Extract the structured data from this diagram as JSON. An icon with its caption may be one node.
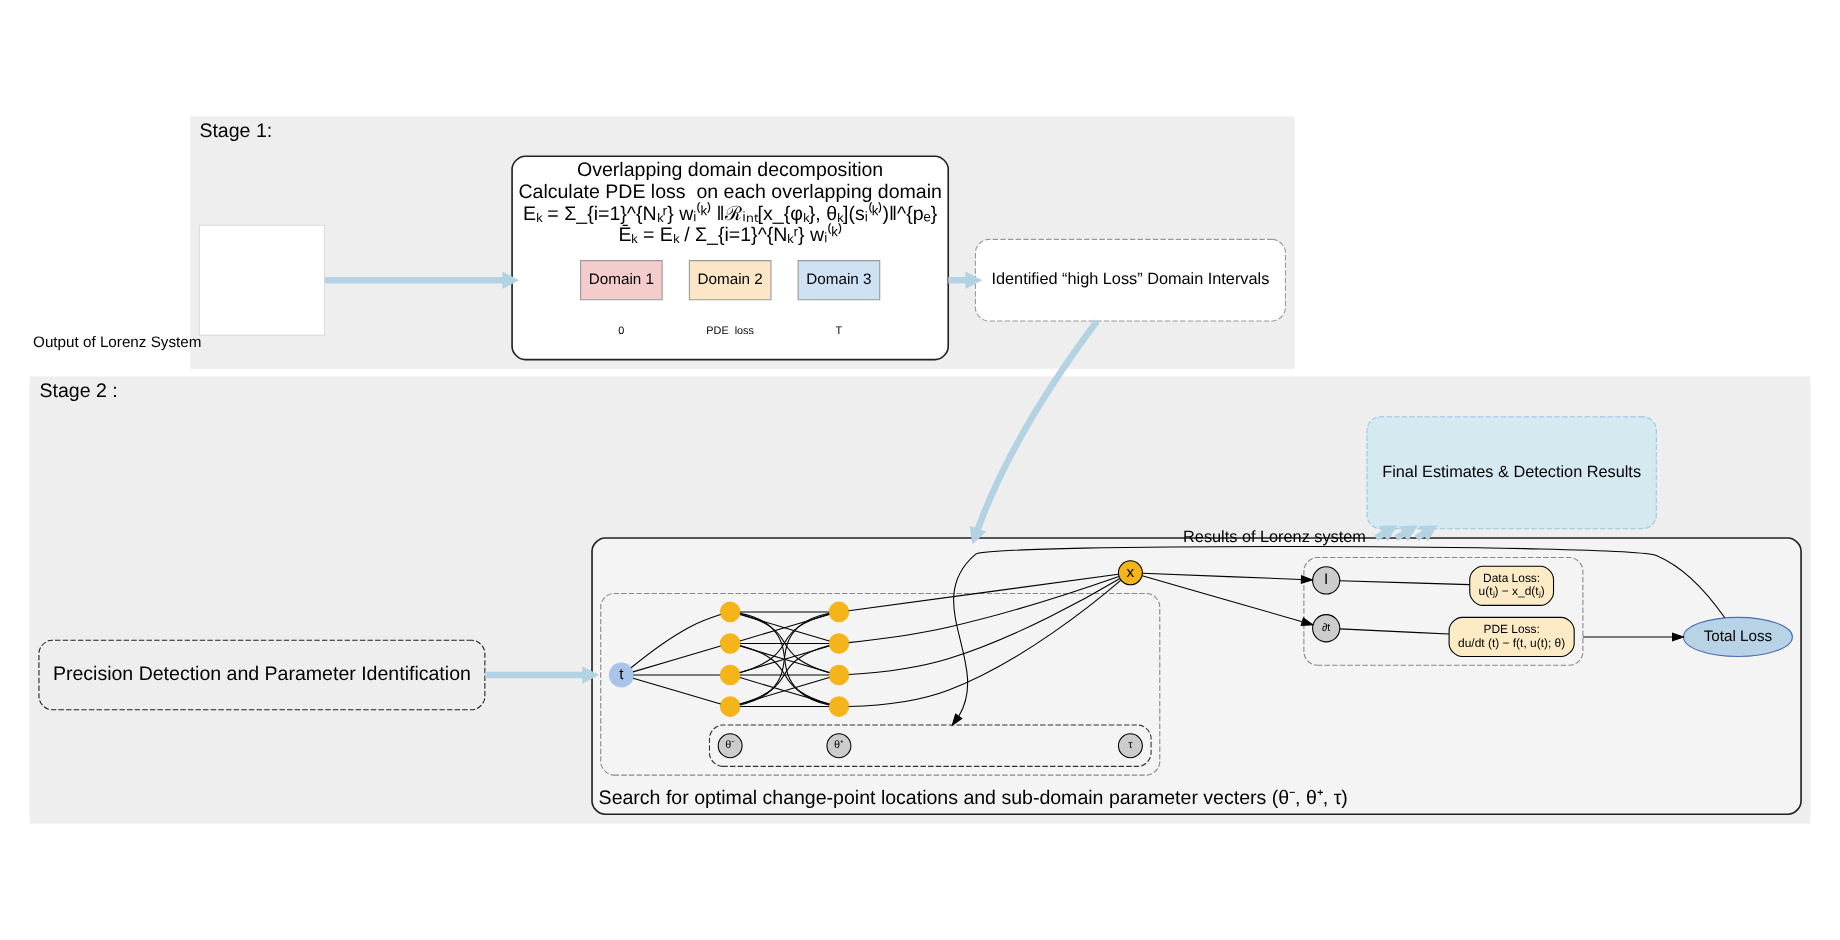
{
  "diagram": {
    "nodes": [
      {
        "text": [
          "Stage 1:"
        ]
      },
      {
        "text": [],
        "shape": "box",
        "in": 0,
        "beside": [
          "Output of Lorenz System"
        ]
      },
      {
        "text": [
          "Overlapping domain decomposition",
          "Calculate PDE loss  on each overlapping domain",
          "Eₖ = Σ_{i=1}^{Nₖʳ} wᵢ⁽ᵏ⁾ ‖ℛᵢₙₜ[x_{φₖ}, θₖ](sᵢ⁽ᵏ⁾)‖^{pₑ}",
          "Ēₖ = Eₖ / Σ_{i=1}^{Nₖʳ} wᵢ⁽ᵏ⁾"
        ],
        "in": 0
      },
      {
        "text": [
          "Domain 1"
        ],
        "in": 2
      },
      {
        "text": [
          "Domain 2"
        ],
        "in": 2
      },
      {
        "text": [
          "Domain 3"
        ],
        "in": 2
      },
      {
        "text": [
          "Identified “high Loss” Domain Intervals"
        ],
        "in": 0
      },
      {
        "text": [
          "Stage 2 :"
        ]
      },
      {
        "text": [
          "Precision Detection and Parameter Identification"
        ],
        "in": 7
      },
      {
        "text": [
          "Search for optimal change-point locations and sub-domain parameter vecters (θ⁻, θ⁺, τ)"
        ],
        "in": 7
      },
      {
        "text": [],
        "shape": "box",
        "in": 9
      },
      {
        "text": [
          "t"
        ],
        "in": 10
      },
      {
        "text": [],
        "shape": "circle",
        "in": 10
      },
      {
        "text": [],
        "shape": "circle",
        "in": 10
      },
      {
        "text": [],
        "shape": "circle",
        "in": 10
      },
      {
        "text": [],
        "shape": "circle",
        "in": 10
      },
      {
        "text": [],
        "shape": "circle",
        "in": 10
      },
      {
        "text": [],
        "shape": "circle",
        "in": 10
      },
      {
        "text": [],
        "shape": "circle",
        "in": 10
      },
      {
        "text": [],
        "shape": "circle",
        "in": 10
      },
      {
        "text": [],
        "shape": "ellipse",
        "in": 10
      },
      {
        "text": [
          "θ⁻"
        ],
        "in": 20
      },
      {
        "text": [
          "θ⁺"
        ],
        "in": 20
      },
      {
        "text": [
          "τ"
        ],
        "in": 20
      },
      {
        "text": [
          "x"
        ],
        "in": 9
      },
      {
        "text": [],
        "shape": "box",
        "in": 9
      },
      {
        "text": [
          "∂t"
        ],
        "in": 25
      },
      {
        "text": [
          "I"
        ],
        "in": 25
      },
      {
        "text": [
          "PDE Loss:",
          "du/dt (t) − f(t, u(t); θ)"
        ],
        "in": 25
      },
      {
        "text": [
          "Data Loss:",
          "u(tⱼ) − x_d(tⱼ)"
        ],
        "in": 25
      },
      {
        "text": [
          "Total Loss"
        ],
        "in": 9
      },
      {
        "text": [
          "Final Estimates & Detection Results"
        ],
        "in": 7,
        "beside": [
          "Results of Lorenz system"
        ]
      }
    ],
    "edges": [
      {
        "from": 1,
        "to": 2,
        "arrow": "to",
        "style": "thick",
        "color": "#b3d3e3"
      },
      {
        "from": 2,
        "to": 6,
        "arrow": "to",
        "style": "thick",
        "color": "#b3d3e3"
      },
      {
        "from": 6,
        "to": 9,
        "arrow": "to",
        "style": "thick",
        "color": "#b3d3e3"
      },
      {
        "from": 8,
        "to": 9,
        "arrow": "to",
        "style": "thick",
        "color": "#b3d3e3"
      },
      {
        "from": 9,
        "to": 31,
        "arrow": "to",
        "style": "thick",
        "color": "#b3d3e3"
      },
      {
        "from": 9,
        "to": 31,
        "arrow": "to",
        "style": "thick",
        "color": "#b3d3e3"
      },
      {
        "from": 9,
        "to": 31,
        "arrow": "to",
        "style": "thick",
        "color": "#b3d3e3"
      },
      {
        "from": 11,
        "to": 12,
        "arrow": "none"
      },
      {
        "from": 11,
        "to": 13,
        "arrow": "none"
      },
      {
        "from": 11,
        "to": 14,
        "arrow": "none"
      },
      {
        "from": 11,
        "to": 15,
        "arrow": "none"
      },
      {
        "from": 12,
        "to": 16,
        "arrow": "none"
      },
      {
        "from": 12,
        "to": 17,
        "arrow": "none"
      },
      {
        "from": 12,
        "to": 18,
        "arrow": "none"
      },
      {
        "from": 12,
        "to": 19,
        "arrow": "none"
      },
      {
        "from": 13,
        "to": 16,
        "arrow": "none"
      },
      {
        "from": 13,
        "to": 17,
        "arrow": "none"
      },
      {
        "from": 13,
        "to": 18,
        "arrow": "none"
      },
      {
        "from": 13,
        "to": 19,
        "arrow": "none"
      },
      {
        "from": 14,
        "to": 16,
        "arrow": "none"
      },
      {
        "from": 14,
        "to": 17,
        "arrow": "none"
      },
      {
        "from": 14,
        "to": 18,
        "arrow": "none"
      },
      {
        "from": 14,
        "to": 19,
        "arrow": "none"
      },
      {
        "from": 15,
        "to": 16,
        "arrow": "none"
      },
      {
        "from": 15,
        "to": 17,
        "arrow": "none"
      },
      {
        "from": 15,
        "to": 18,
        "arrow": "none"
      },
      {
        "from": 15,
        "to": 19,
        "arrow": "none"
      },
      {
        "from": 16,
        "to": 24,
        "arrow": "none"
      },
      {
        "from": 17,
        "to": 24,
        "arrow": "none"
      },
      {
        "from": 18,
        "to": 24,
        "arrow": "none"
      },
      {
        "from": 19,
        "to": 24,
        "arrow": "none"
      },
      {
        "from": 24,
        "to": 26,
        "arrow": "to"
      },
      {
        "from": 24,
        "to": 27,
        "arrow": "to"
      },
      {
        "from": 26,
        "to": 28,
        "arrow": "none"
      },
      {
        "from": 27,
        "to": 29,
        "arrow": "none"
      },
      {
        "from": 25,
        "to": 30,
        "arrow": "to"
      },
      {
        "from": 30,
        "to": 20,
        "arrow": "to"
      }
    ],
    "labels": [
      "0",
      "PDE  loss",
      "T"
    ]
  }
}
